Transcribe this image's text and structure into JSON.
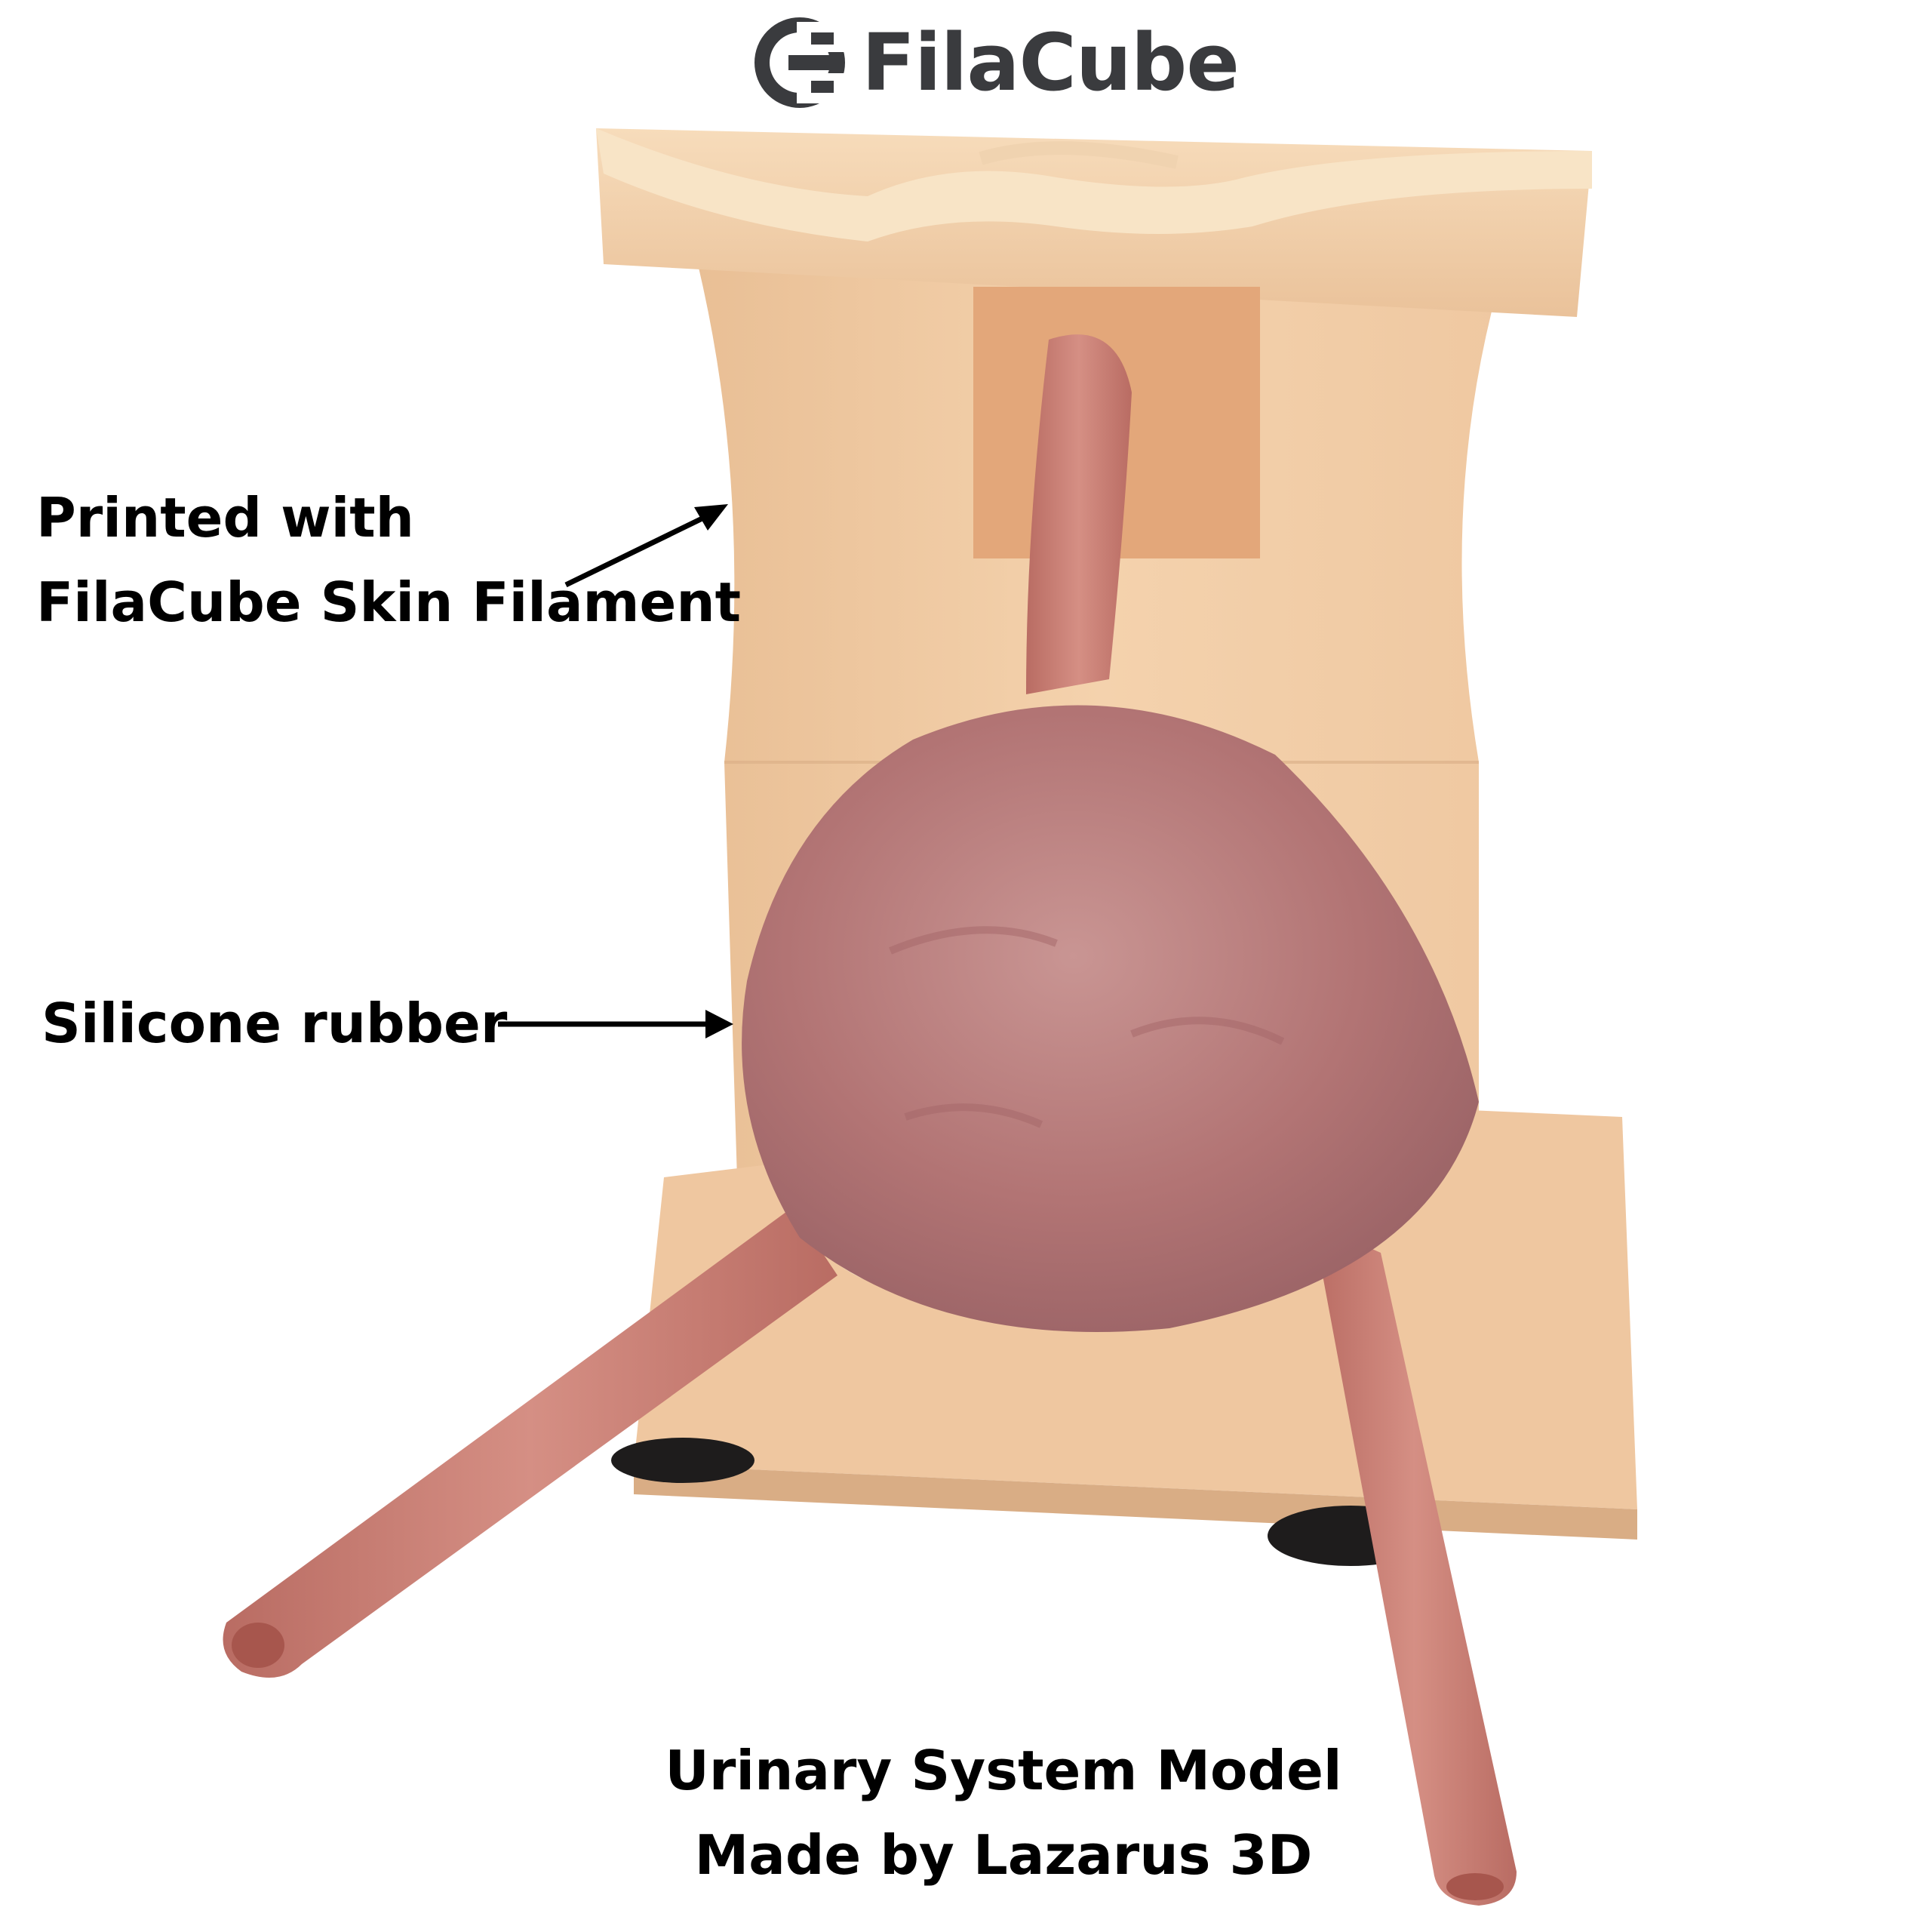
{
  "logo": {
    "brand_text": "FilaCube",
    "icon": "filacube-logo-icon",
    "color": "#3a3b3e"
  },
  "annotations": {
    "printed_with_line1": "Printed with",
    "printed_with_line2": "FilaCube Skin Filament",
    "silicone": "Silicone rubber"
  },
  "caption": {
    "line1": "Urinary System Model",
    "line2": "Made by Lazarus 3D"
  },
  "colors": {
    "skin_filament": "#f1c9a0",
    "silicone_bladder": "#b7787a",
    "ureter_tube": "#c97d72",
    "suction_feet": "#1e1c1c",
    "text": "#000000"
  }
}
